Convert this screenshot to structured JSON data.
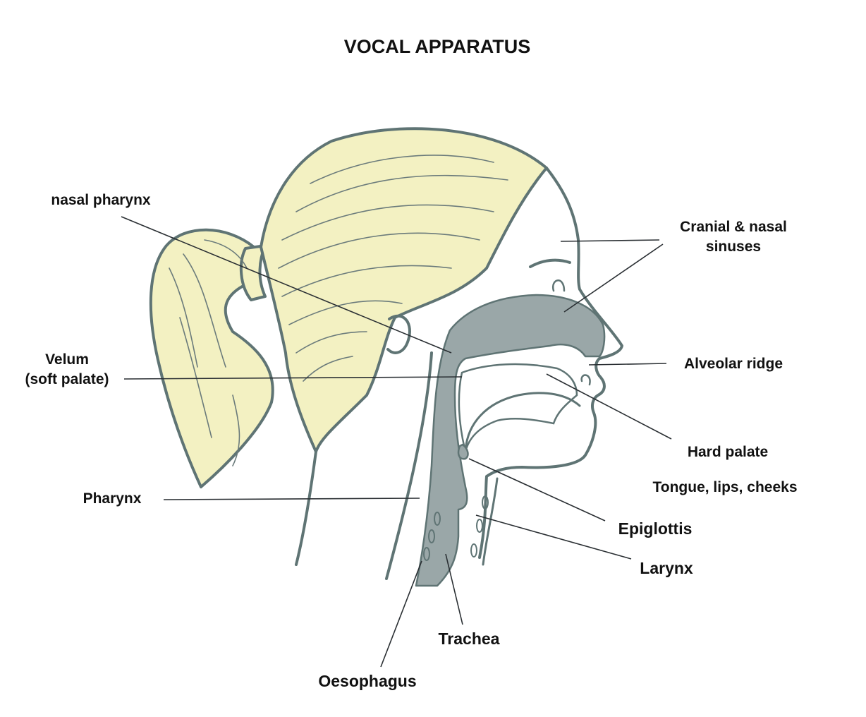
{
  "title": "VOCAL APPARATUS",
  "labels": {
    "nasal_pharynx": "nasal pharynx",
    "cranial_line1": "Cranial & nasal",
    "cranial_line2": "sinuses",
    "velum_line1": "Velum",
    "velum_line2": "(soft palate)",
    "alveolar_ridge": "Alveolar ridge",
    "hard_palate": "Hard palate",
    "tongue_lips_cheeks": "Tongue, lips, cheeks",
    "pharynx": "Pharynx",
    "epiglottis": "Epiglottis",
    "larynx": "Larynx",
    "trachea": "Trachea",
    "oesophagus": "Oesophagus"
  },
  "colors": {
    "hair": "#f3f1c2",
    "outline": "#5f7474",
    "vocal_tract": "#9aa7a8",
    "text": "#111111"
  }
}
